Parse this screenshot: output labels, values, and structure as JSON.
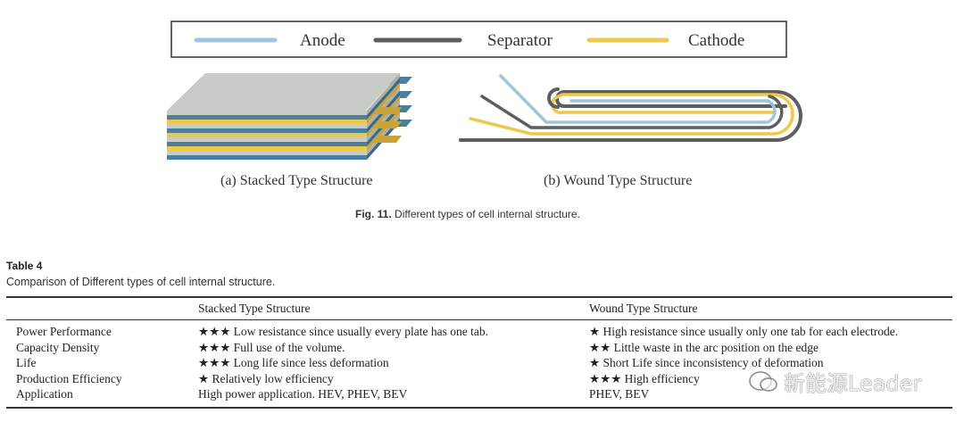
{
  "figure": {
    "legend": [
      {
        "label": "Anode",
        "color": "#9cc6da"
      },
      {
        "label": "Separator",
        "color": "#5e5e5e"
      },
      {
        "label": "Cathode",
        "color": "#ecc94b"
      }
    ],
    "panel_a_caption": "(a) Stacked Type Structure",
    "panel_b_caption": "(b) Wound Type Structure",
    "caption_label": "Fig. 11.",
    "caption_text": "Different types of cell internal structure."
  },
  "table": {
    "title": "Table 4",
    "caption": "Comparison of Different types of cell internal structure.",
    "headers": [
      "",
      "Stacked Type Structure",
      "Wound Type Structure"
    ],
    "rows": [
      [
        "Power Performance",
        "★★★ Low resistance since usually every plate has one tab.",
        "★ High resistance since usually only one tab for each electrode."
      ],
      [
        "Capacity Density",
        "★★★ Full use of the volume.",
        "★★ Little waste in the arc position on the edge"
      ],
      [
        "Life",
        "★★★ Long life since less deformation",
        "★ Short Life since inconsistency of deformation"
      ],
      [
        "Production Efficiency",
        "★ Relatively low efficiency",
        "★★★ High efficiency"
      ],
      [
        "Application",
        "High power application. HEV, PHEV, BEV",
        "PHEV, BEV"
      ]
    ]
  },
  "watermark": {
    "text": "新能源Leader",
    "icon": "wechat-icon"
  }
}
